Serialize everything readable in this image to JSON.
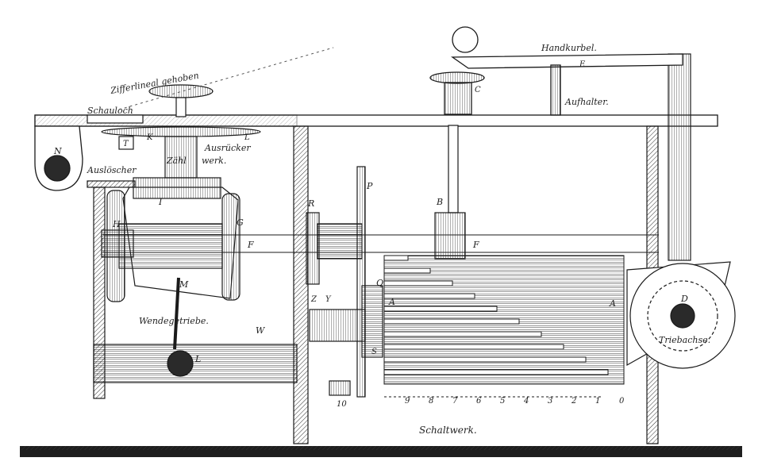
{
  "labels": {
    "zifferlineal": "Zifferlineal gehoben",
    "schauloch": "Schauloch",
    "k": "K",
    "t": "T",
    "l_top": "L",
    "n": "N",
    "ausloescher": "Auslöscher",
    "zaehlwerk_a": "Zähl",
    "zaehlwerk_b": "werk.",
    "ausruecker": "Ausrücker",
    "i": "I",
    "h": "H",
    "g": "G",
    "f_left": "F",
    "m": "M",
    "wendegetriebe": "Wendegetriebe.",
    "l_lower": "L",
    "w": "W",
    "r": "R",
    "p": "P",
    "b": "B",
    "f_right": "F",
    "q": "Q",
    "a_left": "A",
    "z": "Z",
    "y": "Y",
    "s": "S",
    "ten": "10",
    "a_right": "A",
    "d": "D",
    "triebachse": "Triebachse.",
    "handkurbel": "Handkurbel.",
    "e": "E",
    "c": "C",
    "aufhalter": "Aufhalter.",
    "schaltwerk": "Schaltwerk."
  },
  "scale_digits": [
    "9",
    "8",
    "7",
    "6",
    "5",
    "4",
    "3",
    "2",
    "1",
    "0"
  ],
  "colors": {
    "ink": "#1a1a1a",
    "paper": "#ffffff",
    "shade": "#444444"
  }
}
